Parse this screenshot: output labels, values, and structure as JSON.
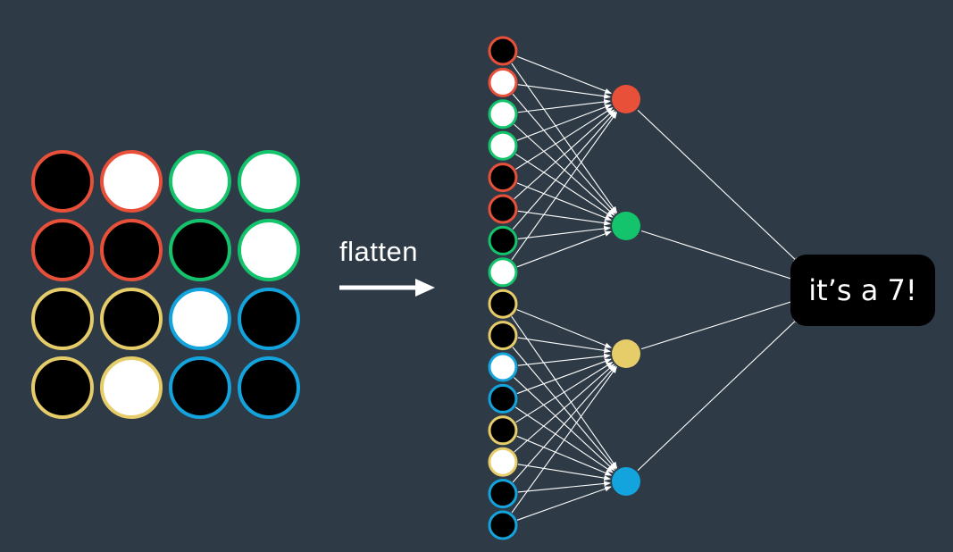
{
  "colors": {
    "background": "#2e3a45",
    "red": "#e8503a",
    "green": "#14c46c",
    "yellow": "#e6cd69",
    "blue": "#13a4dd",
    "pixel_on": "#ffffff",
    "pixel_off": "#000000",
    "arrow": "#ffffff"
  },
  "image_grid": {
    "rows": [
      [
        {
          "group": "red",
          "value": 0
        },
        {
          "group": "red",
          "value": 1
        },
        {
          "group": "green",
          "value": 1
        },
        {
          "group": "green",
          "value": 1
        }
      ],
      [
        {
          "group": "red",
          "value": 0
        },
        {
          "group": "red",
          "value": 0
        },
        {
          "group": "green",
          "value": 0
        },
        {
          "group": "green",
          "value": 1
        }
      ],
      [
        {
          "group": "yellow",
          "value": 0
        },
        {
          "group": "yellow",
          "value": 0
        },
        {
          "group": "blue",
          "value": 1
        },
        {
          "group": "blue",
          "value": 0
        }
      ],
      [
        {
          "group": "yellow",
          "value": 0
        },
        {
          "group": "yellow",
          "value": 1
        },
        {
          "group": "blue",
          "value": 0
        },
        {
          "group": "blue",
          "value": 0
        }
      ]
    ]
  },
  "flatten": {
    "label": "flatten"
  },
  "input_layer": [
    {
      "group": "red",
      "value": 0
    },
    {
      "group": "red",
      "value": 1
    },
    {
      "group": "green",
      "value": 1
    },
    {
      "group": "green",
      "value": 1
    },
    {
      "group": "red",
      "value": 0
    },
    {
      "group": "red",
      "value": 0
    },
    {
      "group": "green",
      "value": 0
    },
    {
      "group": "green",
      "value": 1
    },
    {
      "group": "yellow",
      "value": 0
    },
    {
      "group": "yellow",
      "value": 0
    },
    {
      "group": "blue",
      "value": 1
    },
    {
      "group": "blue",
      "value": 0
    },
    {
      "group": "yellow",
      "value": 0
    },
    {
      "group": "yellow",
      "value": 1
    },
    {
      "group": "blue",
      "value": 0
    },
    {
      "group": "blue",
      "value": 0
    }
  ],
  "hidden_layer": [
    "red",
    "green",
    "yellow",
    "blue"
  ],
  "output": {
    "label": "it’s a 7!"
  }
}
